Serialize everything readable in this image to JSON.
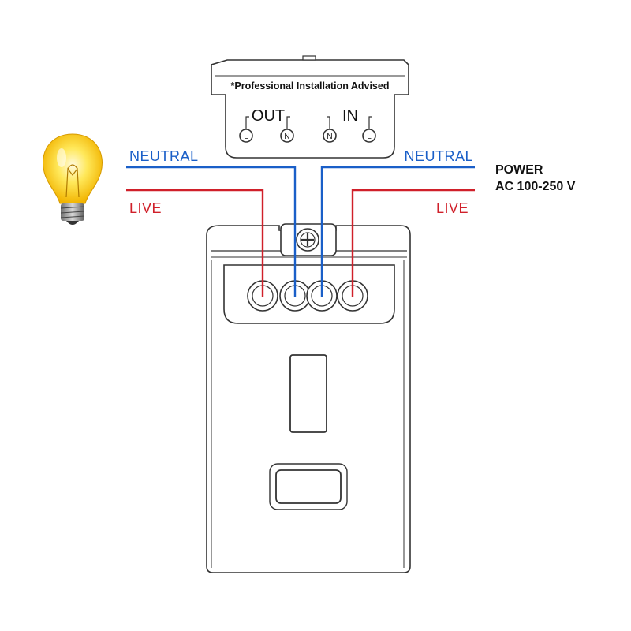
{
  "cover": {
    "notice": "*Professional Installation Advised",
    "out_group": "OUT",
    "in_group": "IN",
    "terminals": [
      "L",
      "N",
      "N",
      "L"
    ]
  },
  "wires": {
    "neutral_left": "NEUTRAL",
    "live_left": "LIVE",
    "neutral_right": "NEUTRAL",
    "live_right": "LIVE"
  },
  "power": {
    "title": "POWER",
    "rating": "AC 100-250 V"
  },
  "colors": {
    "neutral": "#1a5fc8",
    "live": "#d0202a",
    "outline": "#333333",
    "bulb_glow": "#ffe34d"
  },
  "icons": [
    "light-bulb-icon",
    "screw-icon"
  ]
}
